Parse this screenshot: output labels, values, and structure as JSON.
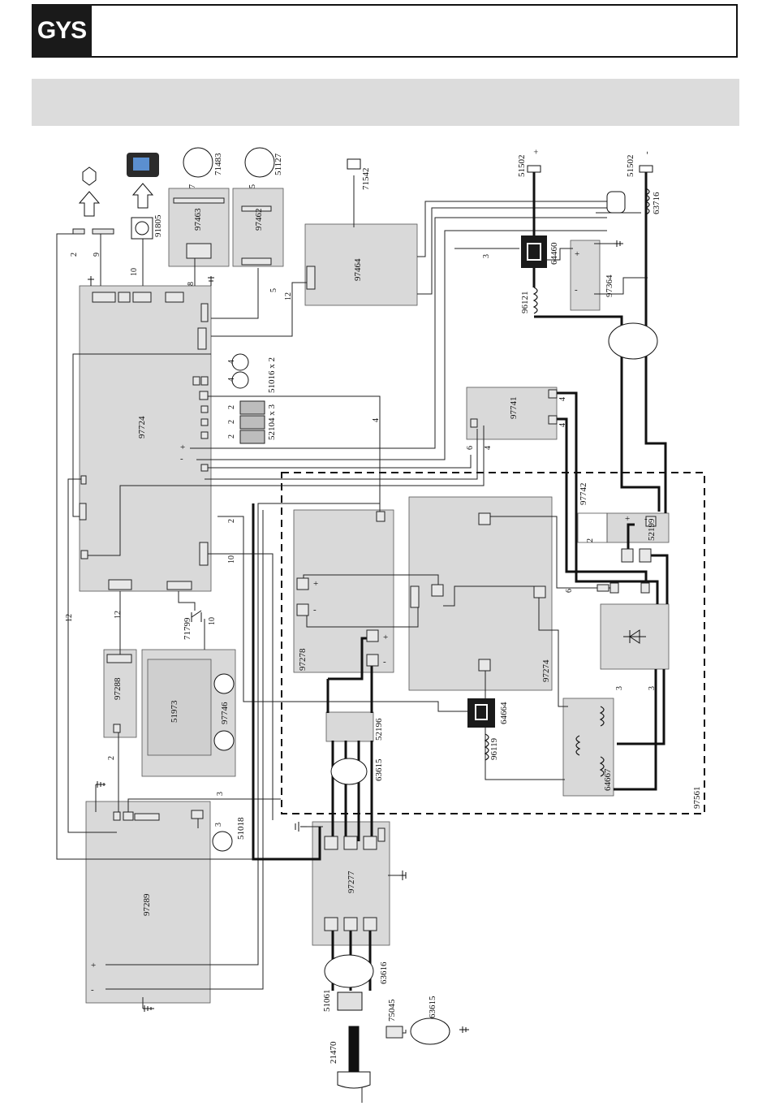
{
  "header": {
    "brand": "GYS"
  },
  "boards": {
    "b97724": "97724",
    "b97463": "97463",
    "b97462": "97462",
    "b97464": "97464",
    "b97741": "97741",
    "b97742": "97742",
    "b97278": "97278",
    "b97274": "97274",
    "b97288": "97288",
    "b97746": "97746",
    "b51973": "51973",
    "b97289": "97289",
    "b97277": "97277",
    "b64667": "64667",
    "b97364": "97364",
    "b97561": "97561"
  },
  "parts": {
    "p71483": "71483",
    "p51127": "51127",
    "p91805": "91805",
    "p71542": "71542",
    "p51502a": "51502",
    "p51502b": "51502",
    "p63716": "63716",
    "p64460": "64460",
    "p96121": "96121",
    "p51016": "51016 x 2",
    "p52104": "52104 x 3",
    "p71799": "71799",
    "p52196": "52196",
    "p63615a": "63615",
    "p64664": "64664",
    "p96119": "96119",
    "p52199": "52199",
    "p51018": "51018",
    "p63616": "63616",
    "p51061": "51061",
    "p75045": "75045",
    "p63615b": "63615",
    "p21470": "21470"
  },
  "wire_counts": {
    "w2a": "2",
    "w9": "9",
    "w10a": "10",
    "w8": "8",
    "w5": "5",
    "w7": "7",
    "w5b": "5",
    "w12a": "12",
    "w3a": "3",
    "w4a": "4",
    "w4b": "4",
    "w2b": "2",
    "w2c": "2",
    "w2d": "2",
    "w4c": "4",
    "w6a": "6",
    "w4d": "4",
    "w4e": "4",
    "w4f": "4",
    "w2e": "2",
    "w10b": "10",
    "w12b": "12",
    "w12c": "12",
    "w10c": "10",
    "w2f": "2",
    "w3b": "3",
    "w3c": "3",
    "w6b": "6",
    "w3d": "3",
    "w3e": "3",
    "w2g": "2"
  },
  "symbols": {
    "plus": "+",
    "minus": "-"
  }
}
